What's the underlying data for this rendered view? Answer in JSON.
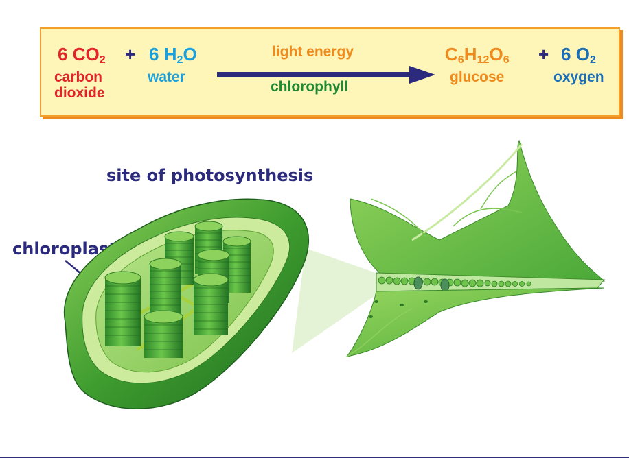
{
  "equation": {
    "reactant1": {
      "coef": "6",
      "formula": "CO",
      "sub": "2",
      "name_line1": "carbon",
      "name_line2": "dioxide"
    },
    "plus1": "+",
    "reactant2": {
      "coef": "6",
      "formula_a": "H",
      "sub": "2",
      "formula_b": "O",
      "name": "water"
    },
    "arrow_top": "light energy",
    "arrow_bottom": "chlorophyll",
    "product1": {
      "c": "C",
      "c_sub": "6",
      "h": "H",
      "h_sub": "12",
      "o": "O",
      "o_sub": "6",
      "name": "glucose"
    },
    "plus2": "+",
    "product2": {
      "coef": "6",
      "formula": "O",
      "sub": "2",
      "name": "oxygen"
    }
  },
  "labels": {
    "site": "site of photosynthesis",
    "chloroplast": "chloroplast"
  },
  "colors": {
    "carbon_dioxide": "#e3232a",
    "water": "#1aa0dc",
    "light_energy": "#f08a1c",
    "chlorophyll": "#1f8a35",
    "glucose": "#f08a1c",
    "oxygen": "#1a6fb8",
    "arrow": "#2b2a7d",
    "box_fill": "#fdf6b8",
    "box_border": "#f3a02a"
  }
}
